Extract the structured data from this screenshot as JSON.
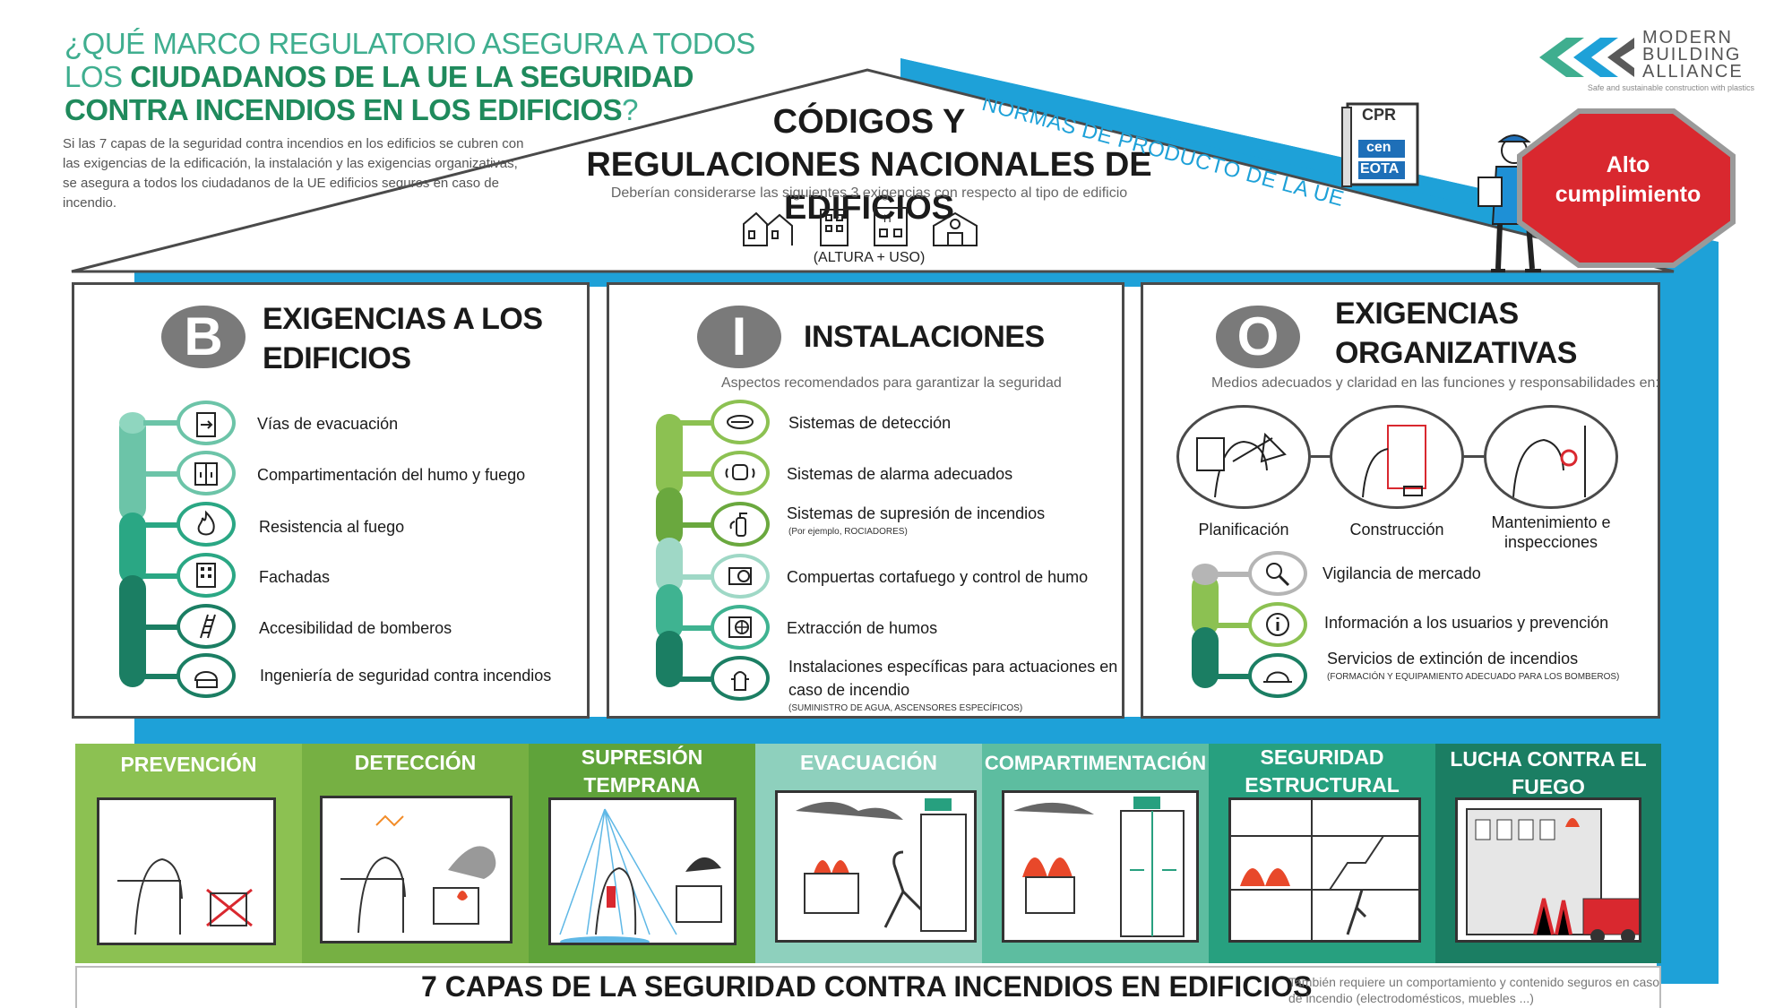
{
  "header": {
    "title_part1": "¿QUÉ MARCO REGULATORIO ASEGURA A TODOS LOS ",
    "title_part2": "CIUDADANOS DE LA UE LA SEGURIDAD CONTRA INCENDIOS EN LOS EDIFICIOS",
    "title_part3": "?",
    "intro": "Si las 7 capas de la seguridad contra incendios en los edificios se cubren con las exigencias de la edificación, la instalación y las exigencias organizativas, se asegura a todos los ciudadanos de la UE edificios seguros en caso de incendio."
  },
  "logo": {
    "line1": "MODERN",
    "line2": "BUILDING",
    "line3": "ALLIANCE",
    "tagline": "Safe and sustainable construction with plastics"
  },
  "codes": {
    "title_line1": "CÓDIGOS Y",
    "title_line2": "REGULACIONES NACIONALES DE EDIFICIOS",
    "subtitle": "Deberían considerarse las siguientes 3 exigencias con respecto al tipo de edificio",
    "caption": "(ALTURA + USO)"
  },
  "normas": "NORMAS DE PRODUCTO DE LA UE",
  "book": {
    "line1": "CPR",
    "line2": "cen",
    "line3": "EOTA"
  },
  "stop_sign": {
    "line1": "Alto",
    "line2": "cumplimiento"
  },
  "panel_b": {
    "letter": "B",
    "title_line1": "EXIGENCIAS A LOS",
    "title_line2": "EDIFICIOS",
    "items": [
      {
        "label": "Vías de evacuación",
        "icon": "exit-door-icon"
      },
      {
        "label": "Compartimentación del humo y fuego",
        "icon": "fire-door-icon"
      },
      {
        "label": "Resistencia al fuego",
        "icon": "flame-icon"
      },
      {
        "label": "Fachadas",
        "icon": "facade-icon"
      },
      {
        "label": "Accesibilidad de bomberos",
        "icon": "ladder-icon"
      },
      {
        "label": "Ingeniería de seguridad contra incendios",
        "icon": "helmet-plan-icon"
      }
    ]
  },
  "panel_i": {
    "letter": "I",
    "title": "INSTALACIONES",
    "subtitle": "Aspectos recomendados para garantizar la seguridad",
    "items": [
      {
        "label": "Sistemas de detección",
        "icon": "smoke-detector-icon"
      },
      {
        "label": "Sistemas de alarma adecuados",
        "icon": "alarm-bell-icon"
      },
      {
        "label": "Sistemas de supresión de incendios",
        "note": "(Por ejemplo, ROCIADORES)",
        "icon": "extinguisher-icon"
      },
      {
        "label": "Compuertas cortafuego y control de humo",
        "icon": "damper-icon"
      },
      {
        "label": "Extracción de humos",
        "icon": "fan-icon"
      },
      {
        "label": "Instalaciones específicas para actuaciones en",
        "label2": "caso de incendio",
        "note": "(SUMINISTRO DE AGUA, ASCENSORES ESPECÍFICOS)",
        "icon": "hydrant-icon"
      }
    ]
  },
  "panel_o": {
    "letter": "O",
    "title_line1": "EXIGENCIAS",
    "title_line2": "ORGANIZATIVAS",
    "subtitle": "Medios adecuados y claridad en las funciones y responsabilidades en:",
    "stages": [
      {
        "label": "Planificación"
      },
      {
        "label": "Construcción"
      },
      {
        "label": "Mantenimiento e",
        "label2": "inspecciones"
      }
    ],
    "items": [
      {
        "label": "Vigilancia de mercado",
        "icon": "magnifier-icon"
      },
      {
        "label": "Información a los usuarios y prevención",
        "icon": "info-icon"
      },
      {
        "label": "Servicios de extinción de incendios",
        "note": "(FORMACIÓN Y EQUIPAMIENTO ADECUADO PARA LOS BOMBEROS)",
        "icon": "firefighter-helmet-icon"
      }
    ]
  },
  "layers": [
    {
      "title": "PREVENCIÓN",
      "color": "#8cc152"
    },
    {
      "title": "DETECCIÓN",
      "color": "#76b043"
    },
    {
      "title": "SUPRESIÓN TEMPRANA",
      "color": "#5fa33a"
    },
    {
      "title": "EVACUACIÓN",
      "color": "#8ed0bd"
    },
    {
      "title": "COMPARTIMENTACIÓN",
      "color": "#5dbda0"
    },
    {
      "title": "SEGURIDAD ESTRUCTURAL",
      "color": "#27a07f"
    },
    {
      "title": "LUCHA CONTRA EL FUEGO",
      "color": "#1b7e63"
    }
  ],
  "footer": {
    "title": "7 CAPAS DE LA SEGURIDAD CONTRA INCENDIOS EN EDIFICIOS",
    "note": "También requiere un comportamiento y contenido seguros en caso de incendio (electrodomésticos, muebles ...)"
  },
  "colors": {
    "blue": "#1ea1d8",
    "green_light": "#8cc152",
    "teal": "#27a07f",
    "red": "#d9282f",
    "gray": "#7a7a7a"
  }
}
